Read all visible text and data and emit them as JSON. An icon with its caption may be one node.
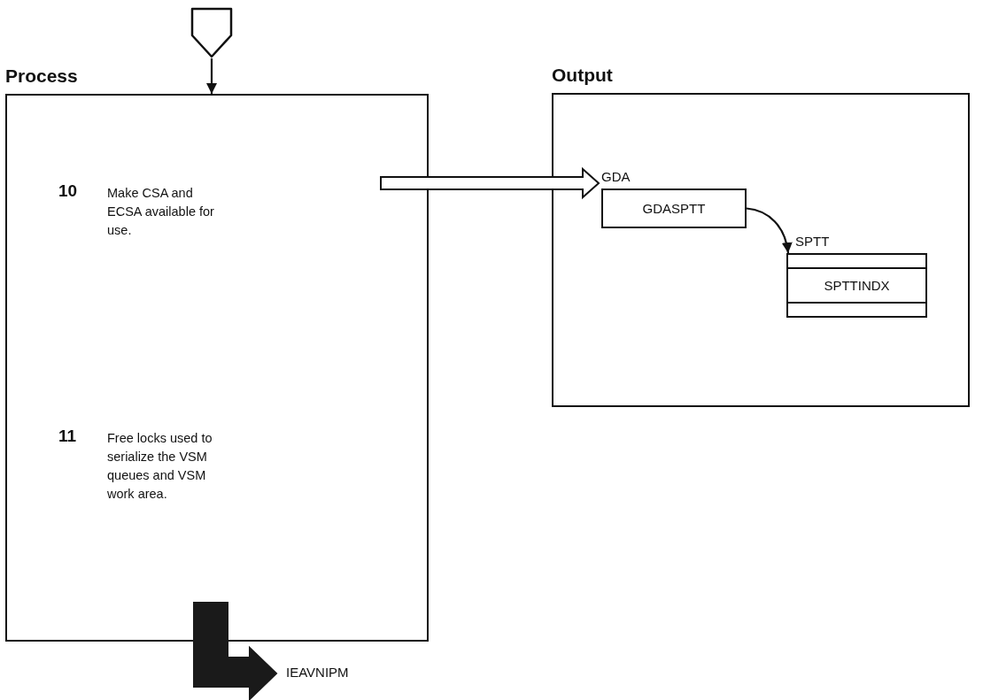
{
  "diagram": {
    "nodes": [
      {
        "text": [],
        "shape": "pentagon"
      },
      {
        "text": [
          "Process"
        ]
      },
      {
        "text": [
          "10",
          "Make CSA and ECSA available for use."
        ],
        "in": 1
      },
      {
        "text": [
          "11",
          "Free locks used to serialize the VSM queues and VSM work area."
        ],
        "in": 1
      },
      {
        "text": [
          "Output"
        ]
      },
      {
        "text": [
          "GDA",
          "GDASPTT"
        ],
        "in": 4
      },
      {
        "text": [
          "SPTT",
          "SPTTINDX"
        ],
        "in": 4
      },
      {
        "text": [
          "IEAVNIPM"
        ]
      }
    ],
    "edges": [
      {
        "from": 0,
        "to": 1,
        "arrow": "to"
      },
      {
        "from": 1,
        "to": 5,
        "arrow": "to",
        "style": "thick"
      },
      {
        "from": 5,
        "to": 6,
        "arrow": "to"
      },
      {
        "from": 1,
        "to": 7,
        "arrow": "to",
        "style": "thick",
        "color": "#1a1a1a"
      }
    ]
  }
}
